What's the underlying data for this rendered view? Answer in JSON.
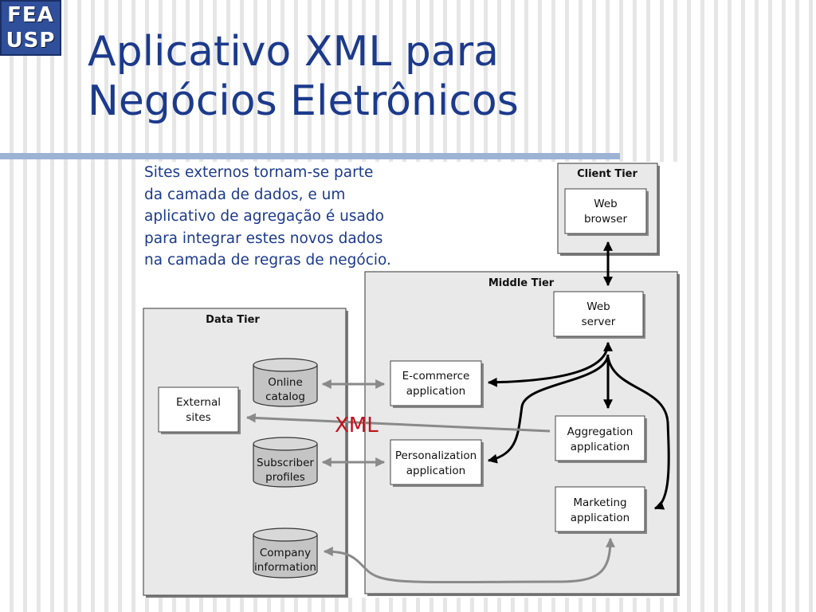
{
  "logo": {
    "line1": "FEA",
    "line2": "USP"
  },
  "title": {
    "line1": "Aplicativo XML para",
    "line2": "Negócios Eletrônicos"
  },
  "caption": [
    "Sites externos tornam-se parte",
    "da camada de dados, e um",
    "aplicativo de agregação é usado",
    "para integrar estes novos dados",
    "na camada de regras de negócio."
  ],
  "diagram": {
    "tiers": {
      "client": "Client Tier",
      "middle": "Middle Tier",
      "data": "Data Tier"
    },
    "boxes": {
      "web_browser": [
        "Web",
        "browser"
      ],
      "web_server": [
        "Web",
        "server"
      ],
      "ecommerce": [
        "E-commerce",
        "application"
      ],
      "personalization": [
        "Personalization",
        "application"
      ],
      "aggregation": [
        "Aggregation",
        "application"
      ],
      "marketing": [
        "Marketing",
        "application"
      ],
      "external_sites": [
        "External",
        "sites"
      ]
    },
    "databases": {
      "online_catalog": [
        "Online",
        "catalog"
      ],
      "subscriber_profiles": [
        "Subscriber",
        "profiles"
      ],
      "company_information": [
        "Company",
        "information"
      ]
    },
    "xml_label": "XML"
  },
  "colors": {
    "title": "#1c3a8c",
    "logo_bg": "#2f4f9a",
    "rule": "#9db3d4",
    "xml_label": "#c0141c",
    "tier_fill": "#e9e9e9",
    "database_fill": "#c4c4c4",
    "gray_arrow": "#8a8a8a",
    "black_arrow": "#000000"
  }
}
